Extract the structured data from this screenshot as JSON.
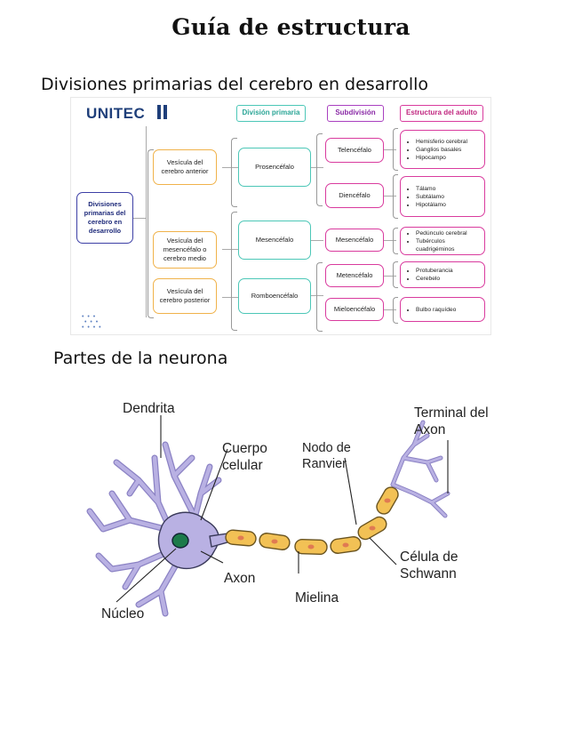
{
  "page": {
    "title": "Guía de estructura"
  },
  "section1": {
    "heading": "Divisiones primarias del cerebro en desarrollo"
  },
  "section2": {
    "heading": "Partes de la neurona"
  },
  "brain_chart": {
    "brand": "UNITEC",
    "headers": {
      "primary": "División primaria",
      "subdivision": "Subdivisión",
      "adult": "Estructura del adulto"
    },
    "root": "Divisiones primarias del cerebro en desarrollo",
    "vesicles": [
      "Vesícula del cerebro anterior",
      "Vesícula del mesencéfalo o cerebro medio",
      "Vesícula del cerebro posterior"
    ],
    "primary": [
      "Prosencéfalo",
      "Mesencéfalo",
      "Romboencéfalo"
    ],
    "subdivisions": [
      "Telencéfalo",
      "Diencéfalo",
      "Mesencéfalo",
      "Metencéfalo",
      "Mieloencéfalo"
    ],
    "adult": [
      [
        "Hemisferio cerebral",
        "Ganglios basales",
        "Hipocampo"
      ],
      [
        "Tálamo",
        "Subtálamo",
        "Hipotálamo"
      ],
      [
        "Pedúnculo cerebral",
        "Tubérculos cuadrigéminos"
      ],
      [
        "Protuberancia",
        "Cerebelo"
      ],
      [
        "Bulbo raquídeo"
      ]
    ],
    "colors": {
      "blue": "#3d3fa6",
      "orange": "#f0b24a",
      "teal": "#4cc7b7",
      "magenta": "#d93b9e",
      "brand": "#1f3f7a"
    }
  },
  "neuron": {
    "labels": {
      "dendrite": "Dendrita",
      "cell_body": "Cuerpo celular",
      "node": "Nodo de Ranvier",
      "terminal": "Terminal del Axon",
      "axon": "Axon",
      "nucleus": "Núcleo",
      "myelin": "Mielina",
      "schwann": "Célula de Schwann"
    },
    "colors": {
      "neuron": "#b9b1e3",
      "outline": "#3a3a5a",
      "nucleus": "#1c7a4a",
      "myelin": "#f2c155",
      "schwann_nucleus": "#e07a52"
    }
  }
}
